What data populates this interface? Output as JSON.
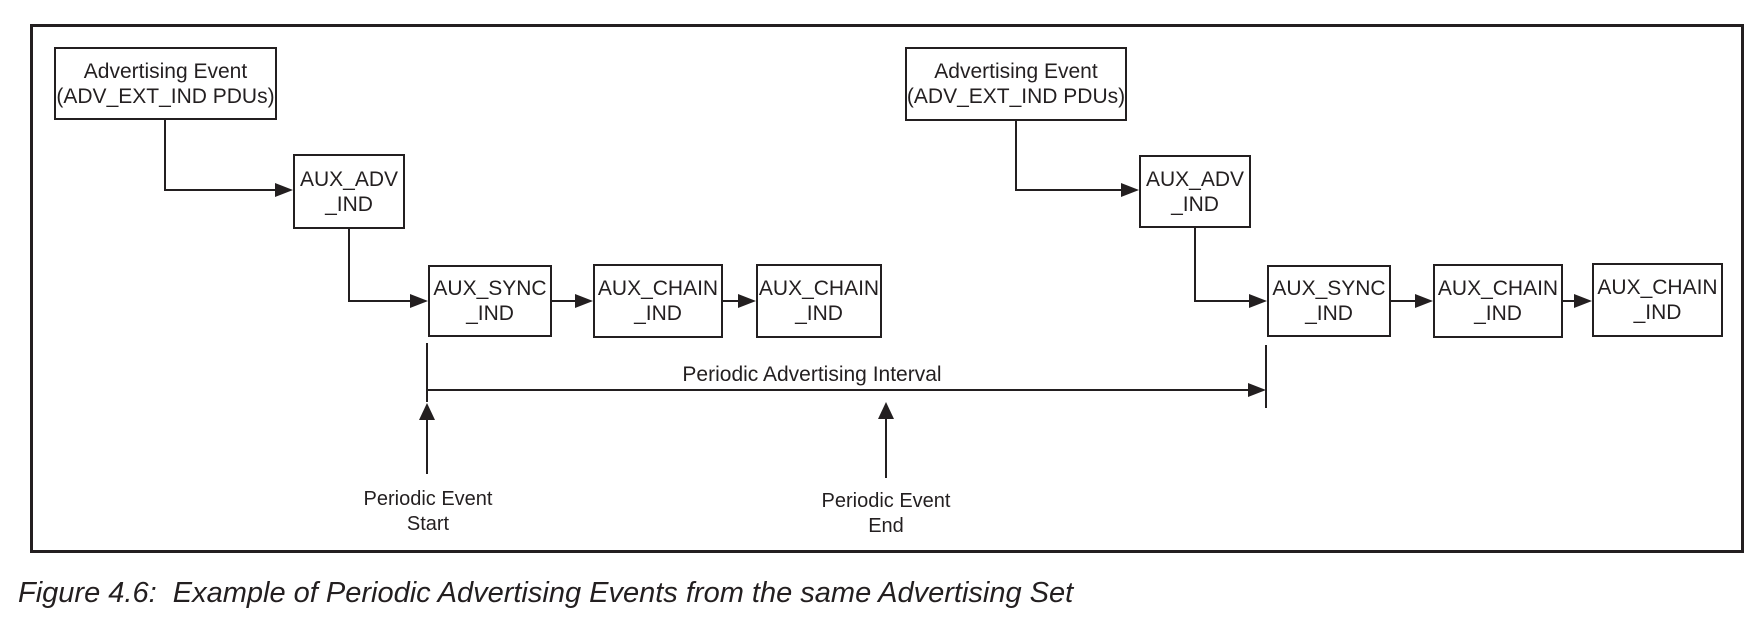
{
  "colors": {
    "line": "#231f20",
    "background": "#ffffff"
  },
  "diagram": {
    "boxes": {
      "advertising_event": {
        "line1": "Advertising Event",
        "line2": "(ADV_EXT_IND PDUs)"
      },
      "aux_adv": {
        "line1": "AUX_ADV",
        "line2": "_IND"
      },
      "aux_sync": {
        "line1": "AUX_SYNC",
        "line2": "_IND"
      },
      "aux_chain": {
        "line1": "AUX_CHAIN",
        "line2": "_IND"
      }
    },
    "interval_label": "Periodic Advertising Interval",
    "markers": {
      "start": {
        "line1": "Periodic Event",
        "line2": "Start"
      },
      "end": {
        "line1": "Periodic Event",
        "line2": "End"
      }
    },
    "caption": "Figure 4.6:  Example of Periodic Advertising Events from the same Advertising Set"
  }
}
